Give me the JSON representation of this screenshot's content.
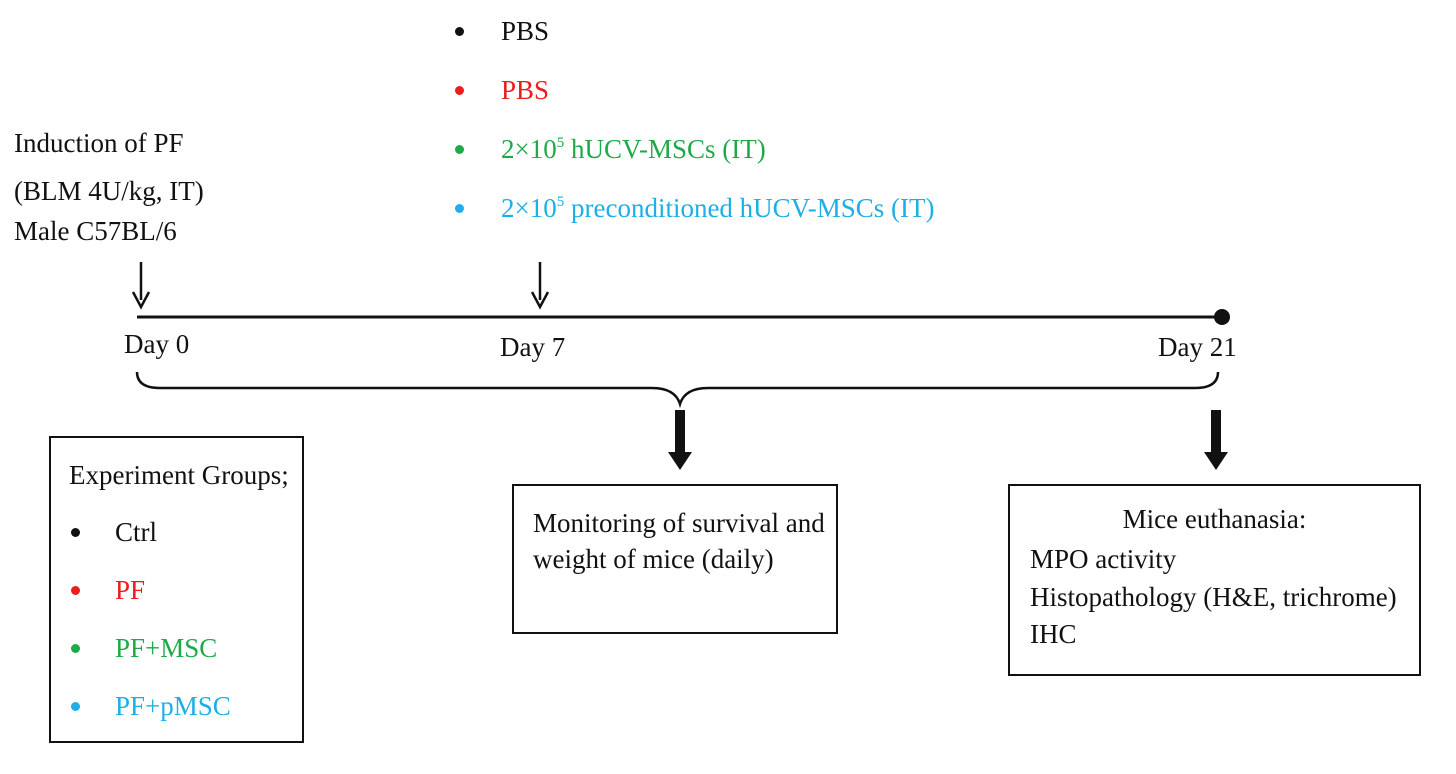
{
  "induction": {
    "line1": "Induction of PF",
    "line2": "(BLM 4U/kg, IT)",
    "line3": "Male C57BL/6"
  },
  "treatments": [
    {
      "pre": "PBS",
      "sup": "",
      "post": "",
      "color": "#111111"
    },
    {
      "pre": "PBS",
      "sup": "",
      "post": "",
      "color": "#ee1c1c"
    },
    {
      "pre": "2×10",
      "sup": "5",
      "post": " hUCV-MSCs (IT)",
      "color": "#1faa4a"
    },
    {
      "pre": "2×10",
      "sup": "5",
      "post": " preconditioned hUCV-MSCs (IT)",
      "color": "#1eaee8"
    }
  ],
  "timeline": {
    "day0": "Day 0",
    "day7": "Day 7",
    "day21": "Day 21"
  },
  "groups": {
    "title": "Experiment Groups;",
    "items": [
      {
        "label": "Ctrl",
        "color": "#111111"
      },
      {
        "label": "PF",
        "color": "#ee1c1c"
      },
      {
        "label": "PF+MSC",
        "color": "#1faa4a"
      },
      {
        "label": "PF+pMSC",
        "color": "#1eaee8"
      }
    ]
  },
  "monitoring": {
    "line1": "Monitoring of survival and",
    "line2": "weight of mice (daily)"
  },
  "euthanasia": {
    "title": "Mice euthanasia:",
    "line1": "MPO activity",
    "line2": "Histopathology (H&E, trichrome)",
    "line3": "IHC"
  }
}
